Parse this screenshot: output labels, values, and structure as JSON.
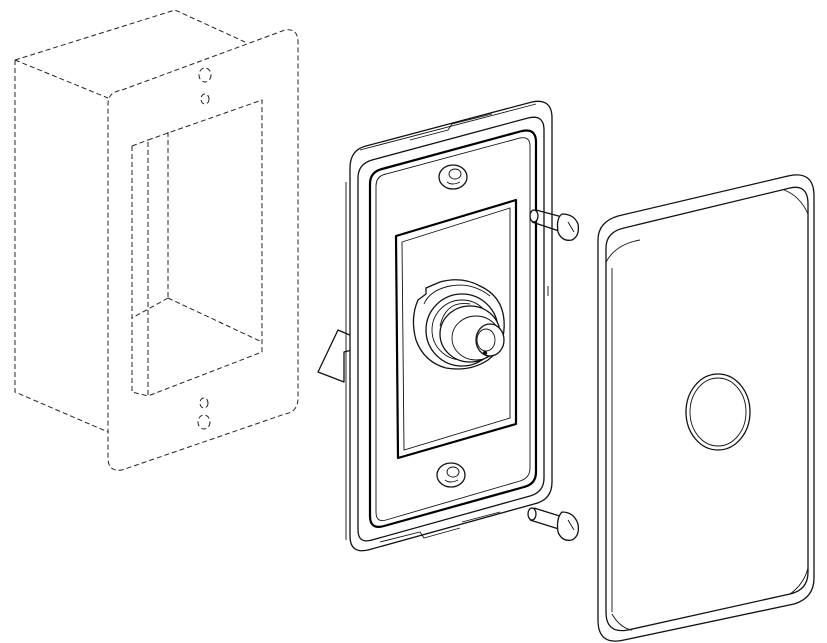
{
  "figure": {
    "parts": [
      {
        "id": "wall-box",
        "style": "dashed outline"
      },
      {
        "id": "volume-control-module"
      },
      {
        "id": "mounting-screws",
        "count": 2
      },
      {
        "id": "cover-plate"
      }
    ],
    "line_color": "#111111",
    "background": "#ffffff"
  }
}
